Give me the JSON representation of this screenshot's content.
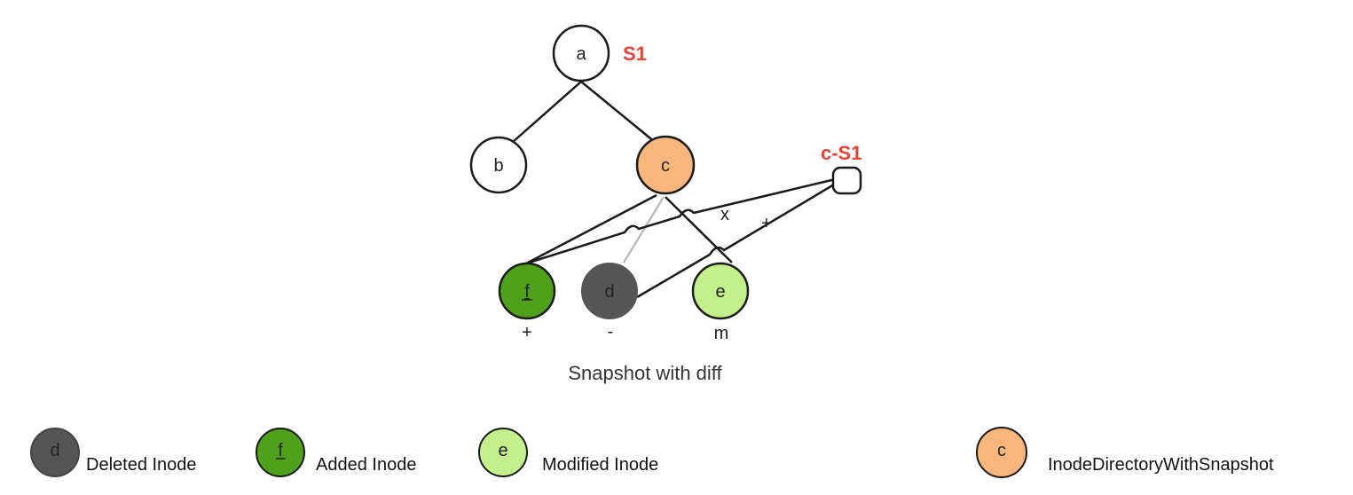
{
  "diagram": {
    "nodes": {
      "a": {
        "label": "a",
        "fill": "#ffffff"
      },
      "b": {
        "label": "b",
        "fill": "#ffffff"
      },
      "c": {
        "label": "c",
        "fill": "#f9b67c"
      },
      "f": {
        "label": "f",
        "fill": "#4fa11c"
      },
      "d": {
        "label": "d",
        "fill": "#555555"
      },
      "e": {
        "label": "e",
        "fill": "#c4f08c"
      }
    },
    "snapshot_root_label": "S1",
    "snapshot_node_label": "c-S1",
    "edge_marks": {
      "removed": "x",
      "added": "+"
    },
    "node_marks": {
      "f": "+",
      "d": "-",
      "e": "m"
    },
    "caption": "Snapshot with diff"
  },
  "legend": [
    {
      "symbol": "d",
      "text": "Deleted Inode",
      "fill": "#555555"
    },
    {
      "symbol": "f",
      "text": "Added Inode",
      "fill": "#4fa11c"
    },
    {
      "symbol": "e",
      "text": "Modified Inode",
      "fill": "#c4f08c"
    },
    {
      "symbol": "c",
      "text": "InodeDirectoryWithSnapshot",
      "fill": "#f9b67c"
    }
  ],
  "colors": {
    "accent_red": "#e0453a",
    "line": "#1a1a1a",
    "faded_line": "#bbbbbb"
  }
}
